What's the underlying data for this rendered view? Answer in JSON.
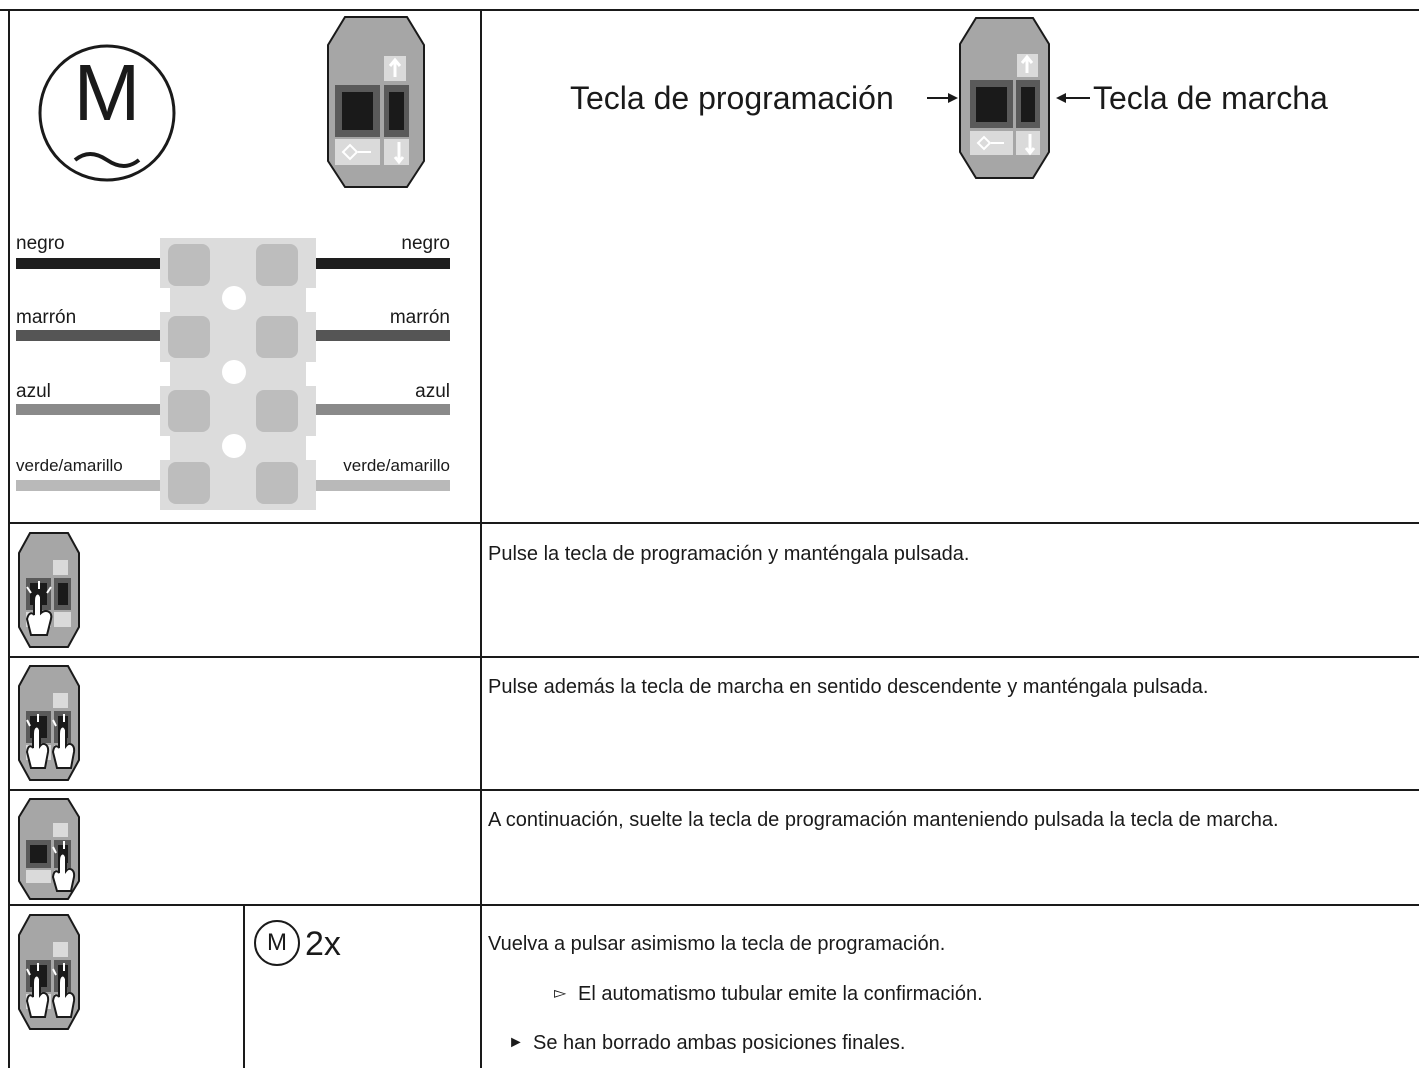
{
  "header": {
    "motor_symbol": "M",
    "programming_key_label": "Tecla de programación",
    "run_key_label": "Tecla de marcha"
  },
  "wires": {
    "left": [
      "negro",
      "marrón",
      "azul",
      "verde/amarillo"
    ],
    "right": [
      "negro",
      "marrón",
      "azul",
      "verde/amarillo"
    ],
    "colors": [
      "#1e1e1e",
      "#555555",
      "#8a8a8a",
      "#b9b9b9"
    ]
  },
  "steps": [
    {
      "text": "Pulse la tecla de programación y manténgala pulsada."
    },
    {
      "text": "Pulse además la tecla de marcha en sentido descendente y manténgala pulsada."
    },
    {
      "text": "A continuación, suelte la tecla de programación manteniendo pulsada la tecla de marcha."
    },
    {
      "text": "Vuelva a pulsar asimismo la tecla de programación.",
      "motor_symbol": "M",
      "repeat": "2x",
      "result": "El automatismo tubular emite la confirmación.",
      "outcome": "Se han borrado ambas posiciones finales."
    }
  ],
  "icons": {
    "result_marker": "▻",
    "outcome_marker": "►"
  }
}
